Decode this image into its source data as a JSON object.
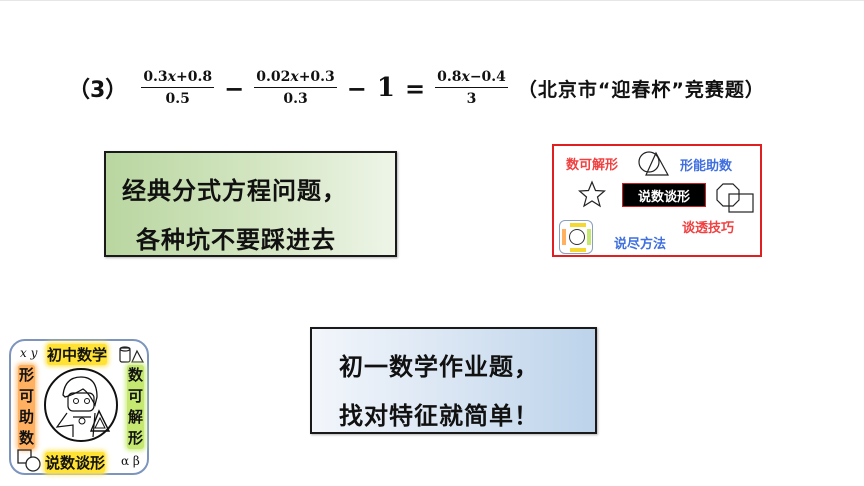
{
  "slide": {
    "background": "#ffffff",
    "problem": {
      "number": "（3）",
      "term1": {
        "numerator": "0.3x+0.8",
        "num_a": "0.3",
        "num_var": "x",
        "num_b": "+0.8",
        "denominator": "0.5"
      },
      "op1": "−",
      "term2": {
        "numerator": "0.02x+0.3",
        "num_a": "0.02",
        "num_var": "x",
        "num_b": "+0.3",
        "denominator": "0.3"
      },
      "op2": "−",
      "constant": "1",
      "equals": "=",
      "rhs": {
        "numerator": "0.8x−0.4",
        "num_a": "0.8",
        "num_var": "x",
        "num_b": "−0.4",
        "denominator": "3"
      },
      "source": "（北京市“迎春杯”竞赛题）"
    },
    "callout_green": {
      "line1": "经典分式方程问题，",
      "line2": "各种坑不要踩进去",
      "gradient": [
        "#b9d6a0",
        "#eef5e8"
      ]
    },
    "callout_blue": {
      "line1": "初一数学作业题，",
      "line2": "找对特征就简单！",
      "gradient": [
        "#f3f6fb",
        "#bcd3ea"
      ]
    },
    "promo_box": {
      "border_color": "#e02020",
      "top_left": "数可解形",
      "top_right": "形能助数",
      "center": "说数谈形",
      "right": "谈透技巧",
      "bottom": "说尽方法",
      "icons": [
        "circle-triangle-icon",
        "star-icon",
        "octagon-square-icon",
        "mini-logo-icon"
      ]
    },
    "logo": {
      "top_vars": "x y",
      "top": "初中数学",
      "left": [
        "形",
        "可",
        "助",
        "数"
      ],
      "right": [
        "数",
        "可",
        "解",
        "形"
      ],
      "bottom": "说数谈形",
      "bottom_greek": "α β",
      "border_color": "#7d95bd",
      "icons": [
        "cylinder-triangle-icon",
        "square-circle-icon",
        "cartoon-avatar-icon"
      ]
    }
  }
}
